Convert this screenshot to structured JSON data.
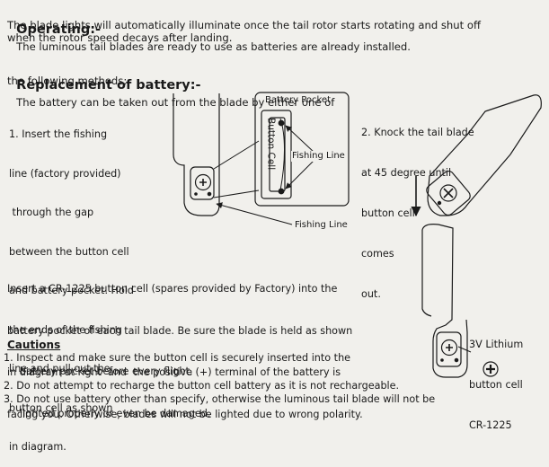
{
  "operating": {
    "heading": "Operating:-",
    "line1": "The luminous tail blades are ready to use as batteries are already installed.",
    "line2": "The blade lights will automatically illuminate once the tail rotor starts rotating and shut off",
    "line3": "when the rotor speed decays after landing."
  },
  "replacement": {
    "heading": "Replacement of battery:-",
    "line1": "The battery can be taken out from the blade by either one of",
    "line2": "the following methods:"
  },
  "method1": {
    "lines": [
      "1. Insert the fishing",
      "line (factory provided)",
      " through the gap",
      "between the button cell",
      "and battery pocket. Hold",
      "the ends of the fishing",
      "line and pull out the",
      "button cell as shown",
      "in diagram."
    ]
  },
  "method2": {
    "lines": [
      "2. Knock the tail blade",
      "at 45 degree until",
      "button cell",
      "comes",
      "out."
    ]
  },
  "diagram": {
    "battery_pocket": "Battery Pocket",
    "button_cell": "Button Cell",
    "fishing_line_inset": "Fishing Line",
    "fishing_line_bottom": "Fishing Line",
    "lithium": [
      "3V Lithium",
      "button cell",
      "CR-1225"
    ]
  },
  "insert": {
    "lines": [
      "Insert a CR-1225 button cell (spares provided by Factory) into the",
      "battery pocket of each tail blade. Be sure the blade is held as shown",
      "in diagram at right  and  the positive (+) terminal of the battery is",
      "facing you. Otherwise, blades will not be lighted due to wrong polarity."
    ]
  },
  "cautions": {
    "heading": "Cautions",
    "item1a": "1. Inspect and make sure the button cell is securely inserted into the",
    "item1b": "battery pocket before every flight.",
    "item2": "2. Do not attempt to recharge the button cell battery as it is not rechargeable.",
    "item3a": "3. Do not use battery other than specify, otherwise the luminous tail blade will not be",
    "item3b": "lighted properly or even be damaged."
  }
}
